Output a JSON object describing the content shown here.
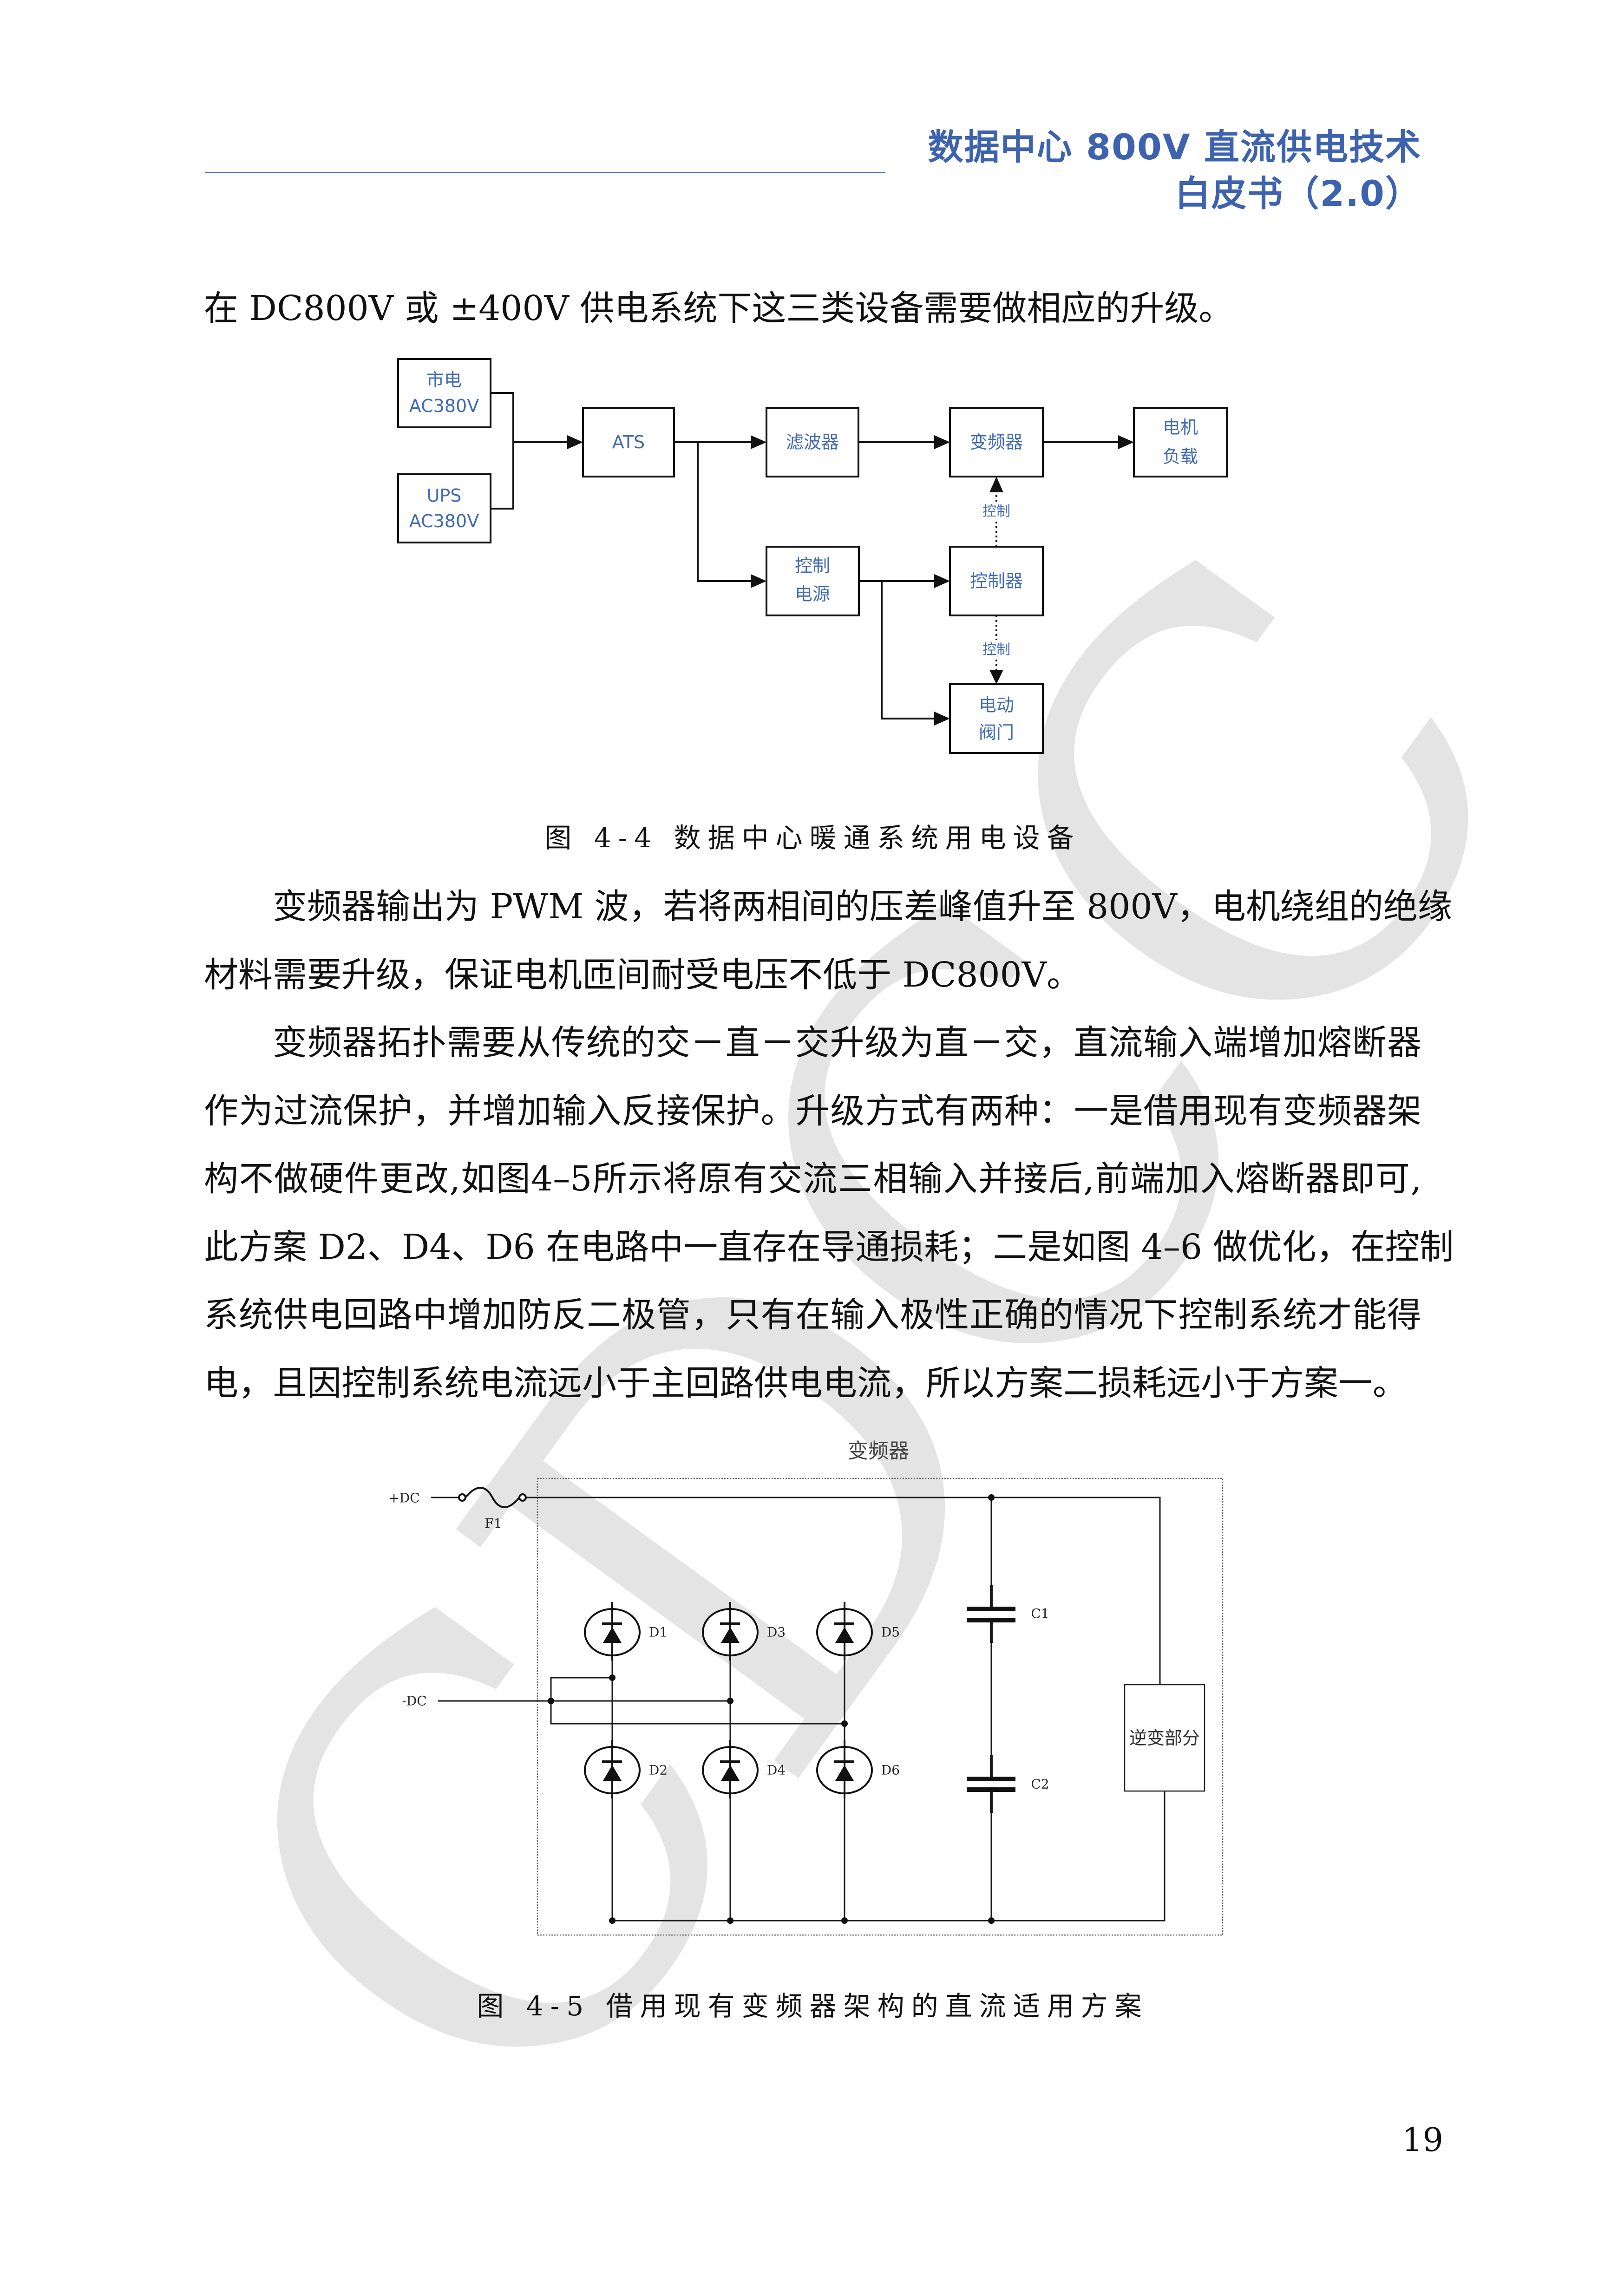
{
  "header": {
    "title_line1": "数据中心 800V 直流供电技术",
    "title_line2": "白皮书（2.0）"
  },
  "watermark": "CDCC",
  "intro_text": "在 DC800V 或 ±400V 供电系统下这三类设备需要做相应的升级。",
  "figure_4_4": {
    "boxes": {
      "mains": [
        "市电",
        "AC380V"
      ],
      "ups": [
        "UPS",
        "AC380V"
      ],
      "ats": [
        "ATS"
      ],
      "filter": [
        "滤波器"
      ],
      "vfd": [
        "变频器"
      ],
      "motor": [
        "电机",
        "负载"
      ],
      "control_power": [
        "控制",
        "电源"
      ],
      "controller": [
        "控制器"
      ],
      "valve": [
        "电动",
        "阀门"
      ]
    },
    "control_labels": [
      "控制",
      "控制"
    ],
    "caption": "图 4-4 数据中心暖通系统用电设备"
  },
  "paragraphs": [
    {
      "lines": [
        "变频器输出为 PWM 波，若将两相间的压差峰值升至 800V，电机绕组的绝缘",
        "材料需要升级，保证电机匝间耐受电压不低于 DC800V。"
      ]
    },
    {
      "lines": [
        "变频器拓扑需要从传统的交－直－交升级为直－交，直流输入端增加熔断器",
        "作为过流保护，并增加输入反接保护。升级方式有两种：一是借用现有变频器架",
        "构不做硬件更改,如图4–5所示将原有交流三相输入并接后,前端加入熔断器即可,",
        "此方案 D2、D4、D6 在电路中一直存在导通损耗；二是如图 4–6 做优化，在控制",
        "系统供电回路中增加防反二极管，只有在输入极性正确的情况下控制系统才能得",
        "电，且因控制系统电流远小于主回路供电电流，所以方案二损耗远小于方案一。"
      ]
    }
  ],
  "figure_4_5": {
    "title": "变频器",
    "plus_dc": "+DC",
    "minus_dc": "-DC",
    "fuse": "F1",
    "diodes": [
      "D1",
      "D2",
      "D3",
      "D4",
      "D5",
      "D6"
    ],
    "capacitors": [
      "C1",
      "C2"
    ],
    "inverter": "逆变部分",
    "caption": "图 4-5 借用现有变频器架构的直流适用方案"
  },
  "page_number": "19",
  "colors": {
    "header_blue": "#3d62b0",
    "diagram_text_blue": "#4169b8",
    "watermark_gray": "#e4e4e4",
    "body_text": "#111111"
  }
}
